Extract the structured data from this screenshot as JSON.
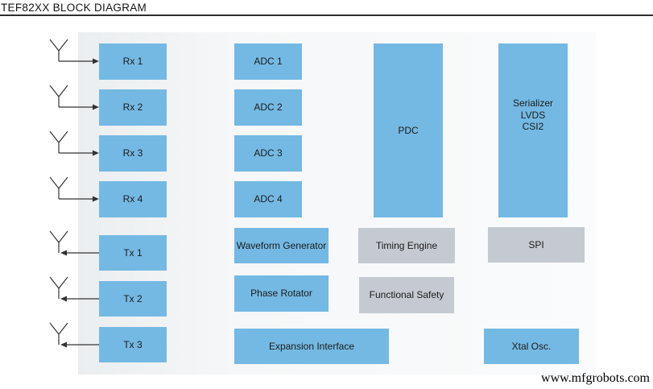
{
  "header": {
    "title": "TEF82XX BLOCK DIAGRAM"
  },
  "watermark": "www.mfgrobots.com",
  "colors": {
    "block_blue": "#74b9e3",
    "block_gray": "#c4cad0",
    "panel_left": "#ebeef0",
    "panel_right": "#fafbfc",
    "line": "#333333",
    "rule": "#2e2e2e"
  },
  "icons": {
    "antenna": "antenna-icon"
  },
  "blocks": {
    "rx": [
      {
        "label": "Rx 1"
      },
      {
        "label": "Rx 2"
      },
      {
        "label": "Rx 3"
      },
      {
        "label": "Rx 4"
      }
    ],
    "tx": [
      {
        "label": "Tx 1"
      },
      {
        "label": "Tx 2"
      },
      {
        "label": "Tx 3"
      }
    ],
    "adc": [
      {
        "label": "ADC 1"
      },
      {
        "label": "ADC 2"
      },
      {
        "label": "ADC 3"
      },
      {
        "label": "ADC 4"
      }
    ],
    "pdc": "PDC",
    "serializer": "Serializer\nLVDS\nCSI2",
    "waveform_generator": "Waveform Generator",
    "phase_rotator": "Phase Rotator",
    "timing_engine": "Timing Engine",
    "functional_safety": "Functional Safety",
    "spi": "SPI",
    "expansion_interface": "Expansion Interface",
    "xtal_osc": "Xtal Osc."
  }
}
